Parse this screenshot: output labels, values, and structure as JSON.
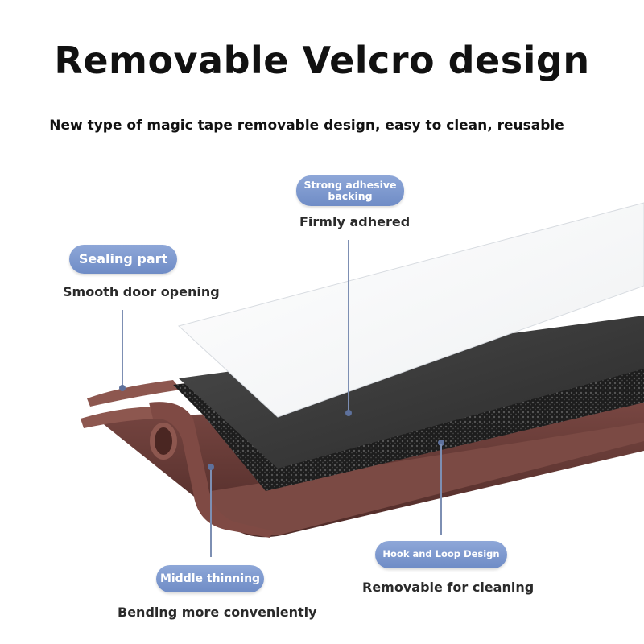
{
  "header": {
    "title": "Removable Velcro design",
    "subtitle": "New type of magic tape removable design, easy to clean, reusable"
  },
  "callouts": {
    "adhesive": {
      "label": "Strong adhesive backing",
      "desc": "Firmly adhered"
    },
    "sealing": {
      "label": "Sealing part",
      "desc": "Smooth door opening"
    },
    "middle": {
      "label": "Middle thinning",
      "desc": "Bending more conveniently"
    },
    "hook": {
      "label": "Hook and Loop Design",
      "desc": "Removable for cleaning"
    }
  },
  "colors": {
    "pill": "#7b96cd",
    "strip": "#7a4a44",
    "adhesive": "#3a3a3a",
    "liner": "#ffffff"
  }
}
